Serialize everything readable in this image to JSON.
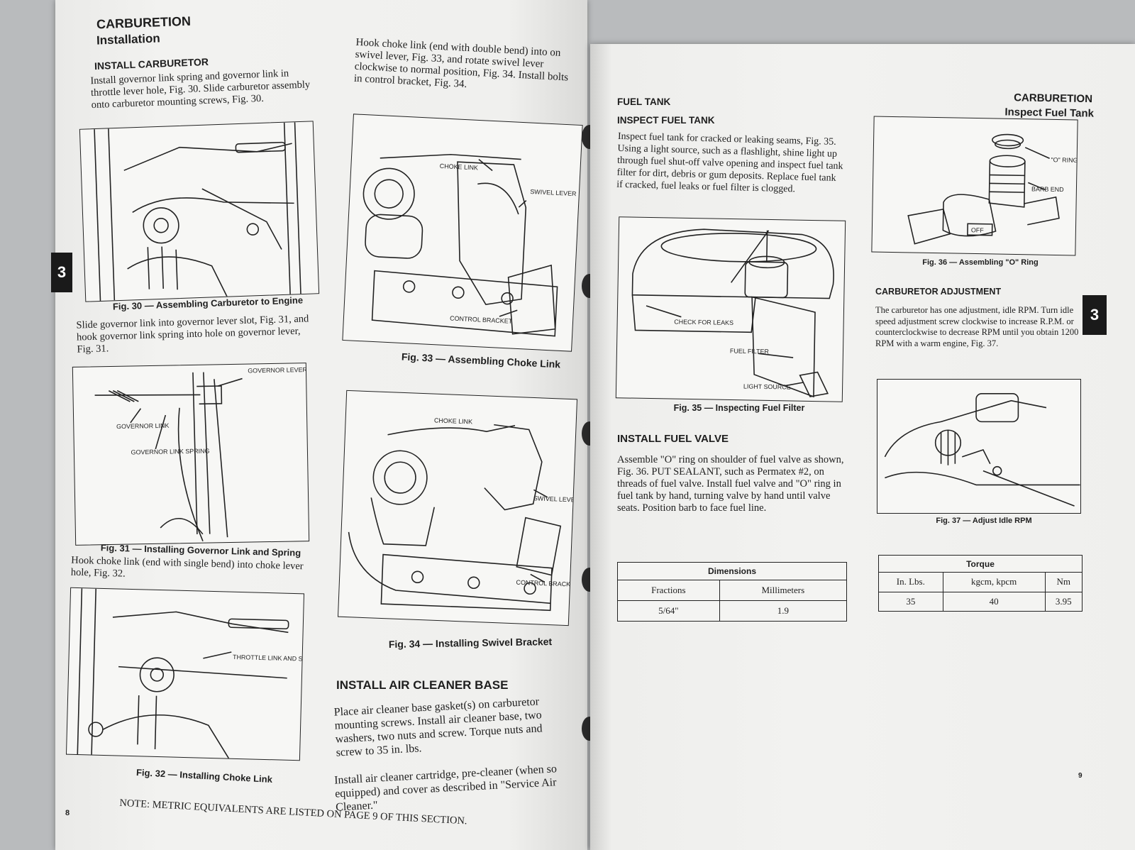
{
  "left": {
    "header_title": "CARBURETION",
    "header_subtitle": "Installation",
    "install_carb_heading": "INSTALL CARBURETOR",
    "install_carb_text": "Install governor link spring and governor link in throttle lever hole, Fig. 30. Slide carburetor assembly onto carburetor mounting screws, Fig. 30.",
    "fig30_caption": "Fig. 30 — Assembling Carburetor to Engine",
    "slide_text": "Slide governor link into governor lever slot, Fig. 31, and hook governor link spring into hole on governor lever, Fig. 31.",
    "fig31_labels": {
      "slot": "GOVERNOR LEVER SLOT",
      "link": "GOVERNOR LINK",
      "spring": "GOVERNOR LINK SPRING"
    },
    "fig31_caption": "Fig. 31 — Installing Governor Link and Spring",
    "hook_text": "Hook choke link (end with single bend) into choke lever hole, Fig. 32.",
    "fig32_labels": {
      "throttle": "THROTTLE LINK AND SPRING"
    },
    "fig32_caption": "Fig. 32 — Installing Choke Link",
    "col2_top_text": "Hook choke link (end with double bend) into on swivel lever, Fig. 33, and rotate swivel lever clockwise to normal position, Fig. 34. Install bolts in control bracket, Fig. 34.",
    "fig33_labels": {
      "choke": "CHOKE LINK",
      "swivel": "SWIVEL LEVER",
      "control": "CONTROL BRACKET"
    },
    "fig33_caption": "Fig. 33 — Assembling Choke Link",
    "fig34_labels": {
      "choke": "CHOKE LINK",
      "swivel": "SWIVEL LEVER",
      "control": "CONTROL BRACKET"
    },
    "fig34_caption": "Fig. 34 — Installing Swivel Bracket",
    "air_heading": "INSTALL AIR CLEANER BASE",
    "air_text1": "Place air cleaner base gasket(s) on carburetor mounting screws. Install air cleaner base, two washers, two nuts and screw. Torque nuts and screw to 35 in. lbs.",
    "air_text2": "Install air cleaner cartridge, pre-cleaner (when so equipped) and cover as described in \"Service Air Cleaner.\"",
    "note": "NOTE: METRIC EQUIVALENTS ARE LISTED ON PAGE 9 OF THIS SECTION.",
    "tab_number": "3",
    "page_number": "8"
  },
  "right": {
    "header_title": "CARBURETION",
    "header_subtitle": "Inspect Fuel Tank",
    "fuel_tank_heading": "FUEL TANK",
    "inspect_heading": "INSPECT FUEL TANK",
    "inspect_text": "Inspect fuel tank for cracked or leaking seams, Fig. 35. Using a light source, such as a flashlight, shine light up through fuel shut-off valve opening and inspect fuel tank filter for dirt, debris or gum deposits. Replace fuel tank if cracked, fuel leaks or fuel filter is clogged.",
    "fig35_labels": {
      "check": "CHECK FOR LEAKS",
      "filter": "FUEL FILTER",
      "light": "LIGHT SOURCE"
    },
    "fig35_caption": "Fig. 35 — Inspecting Fuel Filter",
    "install_valve_heading": "INSTALL FUEL VALVE",
    "install_valve_text": "Assemble \"O\" ring on shoulder of fuel valve as shown, Fig. 36. PUT SEALANT, such as Permatex #2, on threads of fuel valve. Install fuel valve and \"O\" ring in fuel tank by hand, turning valve by hand until valve seats. Position barb to face fuel line.",
    "fig36_labels": {
      "oring": "\"O\" RING",
      "barb": "BARB END",
      "off": "OFF"
    },
    "fig36_caption": "Fig. 36 — Assembling \"O\" Ring",
    "carb_adj_heading": "CARBURETOR ADJUSTMENT",
    "carb_adj_text": "The carburetor has one adjustment, idle RPM. Turn idle speed adjustment screw clockwise to increase R.P.M. or counterclockwise to decrease RPM until you obtain 1200 RPM with a warm engine, Fig. 37.",
    "fig37_caption": "Fig. 37 — Adjust Idle RPM",
    "dimensions_table": {
      "title": "Dimensions",
      "headers": [
        "Fractions",
        "Millimeters"
      ],
      "row": [
        "5/64\"",
        "1.9"
      ]
    },
    "torque_table": {
      "title": "Torque",
      "headers": [
        "In. Lbs.",
        "kgcm, kpcm",
        "Nm"
      ],
      "row": [
        "35",
        "40",
        "3.95"
      ]
    },
    "tab_number": "3",
    "page_number": "9"
  }
}
